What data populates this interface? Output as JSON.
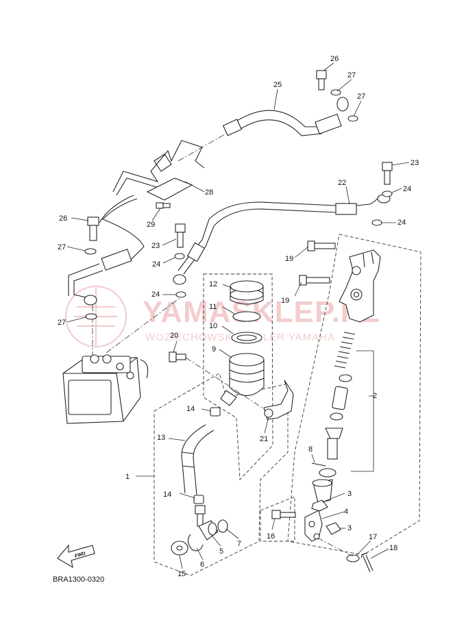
{
  "diagram": {
    "code": "BRA1300-0320",
    "fwd_label": "FWD",
    "watermark": {
      "main": "YAMASKLEP.PL",
      "sub": "WOZIECHOWSKI  DEALER YAMAHA",
      "color": "#e9a6a6"
    },
    "callouts": [
      {
        "id": "c1",
        "text": "1"
      },
      {
        "id": "c2",
        "text": "2"
      },
      {
        "id": "c3a",
        "text": "3"
      },
      {
        "id": "c3b",
        "text": "3"
      },
      {
        "id": "c4",
        "text": "4"
      },
      {
        "id": "c5",
        "text": "5"
      },
      {
        "id": "c6",
        "text": "6"
      },
      {
        "id": "c7",
        "text": "7"
      },
      {
        "id": "c8",
        "text": "8"
      },
      {
        "id": "c9",
        "text": "9"
      },
      {
        "id": "c10",
        "text": "10"
      },
      {
        "id": "c11",
        "text": "11"
      },
      {
        "id": "c12",
        "text": "12"
      },
      {
        "id": "c13",
        "text": "13"
      },
      {
        "id": "c14a",
        "text": "14"
      },
      {
        "id": "c14b",
        "text": "14"
      },
      {
        "id": "c15",
        "text": "15"
      },
      {
        "id": "c16",
        "text": "16"
      },
      {
        "id": "c17",
        "text": "17"
      },
      {
        "id": "c18",
        "text": "18"
      },
      {
        "id": "c19a",
        "text": "19"
      },
      {
        "id": "c19b",
        "text": "19"
      },
      {
        "id": "c20",
        "text": "20"
      },
      {
        "id": "c21",
        "text": "21"
      },
      {
        "id": "c22",
        "text": "22"
      },
      {
        "id": "c23a",
        "text": "23"
      },
      {
        "id": "c23b",
        "text": "23"
      },
      {
        "id": "c24a",
        "text": "24"
      },
      {
        "id": "c24b",
        "text": "24"
      },
      {
        "id": "c24c",
        "text": "24"
      },
      {
        "id": "c24d",
        "text": "24"
      },
      {
        "id": "c25",
        "text": "25"
      },
      {
        "id": "c26a",
        "text": "26"
      },
      {
        "id": "c26b",
        "text": "26"
      },
      {
        "id": "c27a",
        "text": "27"
      },
      {
        "id": "c27b",
        "text": "27"
      },
      {
        "id": "c27c",
        "text": "27"
      },
      {
        "id": "c27d",
        "text": "27"
      },
      {
        "id": "c28",
        "text": "28"
      },
      {
        "id": "c29",
        "text": "29"
      }
    ]
  }
}
